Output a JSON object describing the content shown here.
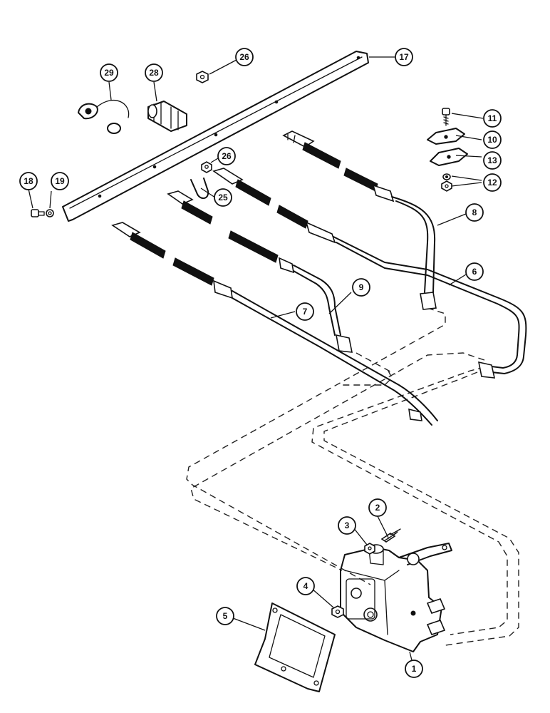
{
  "callouts": [
    {
      "id": "c1",
      "label": "1"
    },
    {
      "id": "c2",
      "label": "2"
    },
    {
      "id": "c3",
      "label": "3"
    },
    {
      "id": "c4",
      "label": "4"
    },
    {
      "id": "c5",
      "label": "5"
    },
    {
      "id": "c6",
      "label": "6"
    },
    {
      "id": "c7",
      "label": "7"
    },
    {
      "id": "c8",
      "label": "8"
    },
    {
      "id": "c9",
      "label": "9"
    },
    {
      "id": "c10",
      "label": "10"
    },
    {
      "id": "c11",
      "label": "11"
    },
    {
      "id": "c12",
      "label": "12"
    },
    {
      "id": "c13",
      "label": "13"
    },
    {
      "id": "c17",
      "label": "17"
    },
    {
      "id": "c18",
      "label": "18"
    },
    {
      "id": "c19",
      "label": "19"
    },
    {
      "id": "c25",
      "label": "25"
    },
    {
      "id": "c26a",
      "label": "26"
    },
    {
      "id": "c26b",
      "label": "26"
    },
    {
      "id": "c28",
      "label": "28"
    },
    {
      "id": "c29",
      "label": "29"
    }
  ]
}
